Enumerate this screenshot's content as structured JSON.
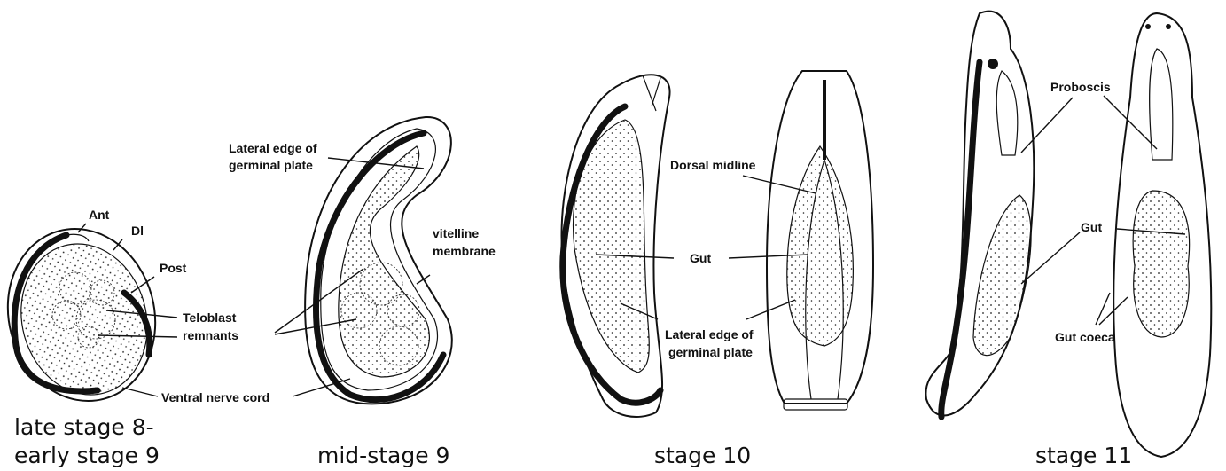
{
  "labels": {
    "ant": "Ant",
    "dl": "Dl",
    "post": "Post",
    "teloblast1": "Teloblast",
    "teloblast2": "remnants",
    "ventral_nerve_cord": "Ventral nerve cord",
    "lateral_edge_a1": "Lateral edge of",
    "lateral_edge_a2": "germinal plate",
    "vitelline1": "vitelline",
    "vitelline2": "membrane",
    "dorsal_midline": "Dorsal midline",
    "gut_stage10": "Gut",
    "lateral_edge_b1": "Lateral edge of",
    "lateral_edge_b2": "germinal plate",
    "proboscis": "Proboscis",
    "gut_stage11": "Gut",
    "gut_coeca": "Gut coeca"
  },
  "captions": {
    "stage8_line1": "late stage 8-",
    "stage8_line2": "early stage 9",
    "stage9": "mid-stage 9",
    "stage10": "stage 10",
    "stage11": "stage 11"
  }
}
